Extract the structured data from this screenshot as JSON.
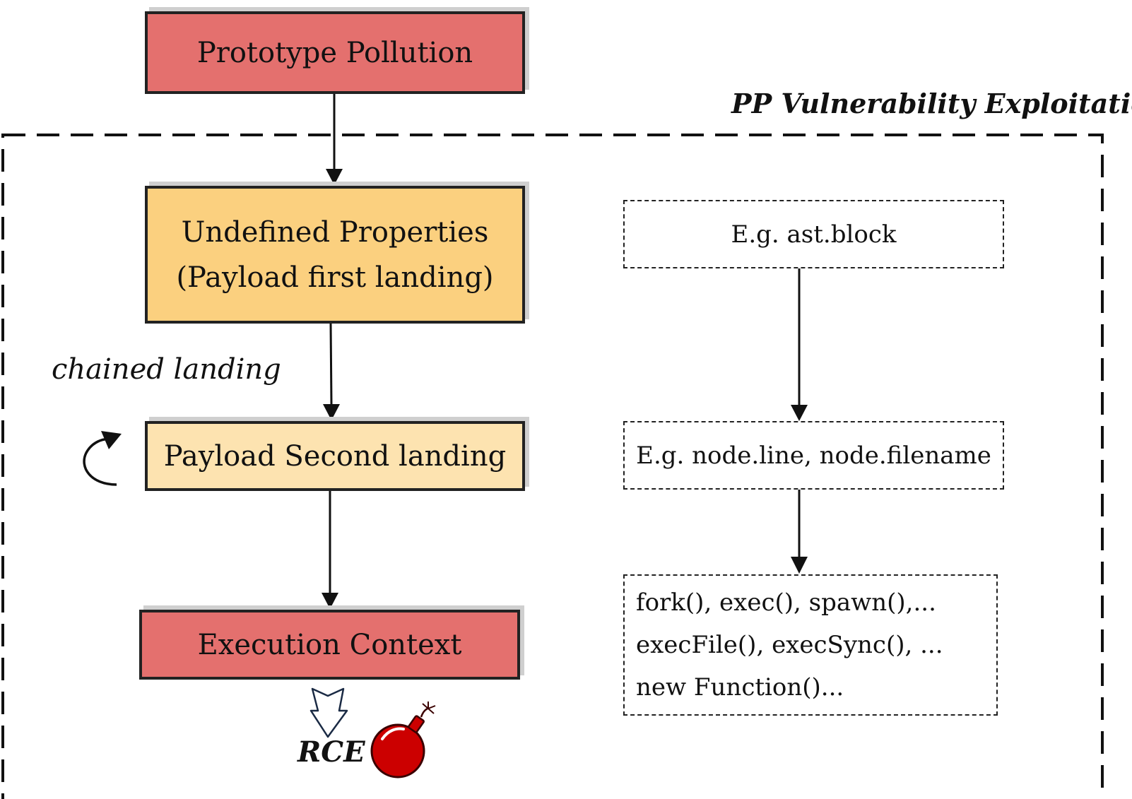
{
  "region": {
    "title": "PP Vulnerability Exploitation"
  },
  "nodes": {
    "prototype_pollution": "Prototype Pollution",
    "undefined_properties_line1": "Undefined Properties",
    "undefined_properties_line2": "(Payload first landing)",
    "payload_second_landing": "Payload Second landing",
    "execution_context": "Execution Context"
  },
  "annotations": {
    "chained_landing": "chained landing",
    "rce": "RCE"
  },
  "examples": {
    "ex1": "E.g. ast.block",
    "ex2": "E.g. node.line, node.filename",
    "ex3_lines": [
      "fork(), exec(), spawn(),...",
      "execFile(), execSync(), ...",
      "new Function()..."
    ]
  },
  "colors": {
    "red_box": "#e4706e",
    "orange_box": "#fbd07f",
    "light_orange_box": "#fde3b0",
    "bomb": "#cc0000"
  },
  "icons": [
    "curved-arrow-icon",
    "outline-down-arrow-icon",
    "bomb-icon"
  ]
}
